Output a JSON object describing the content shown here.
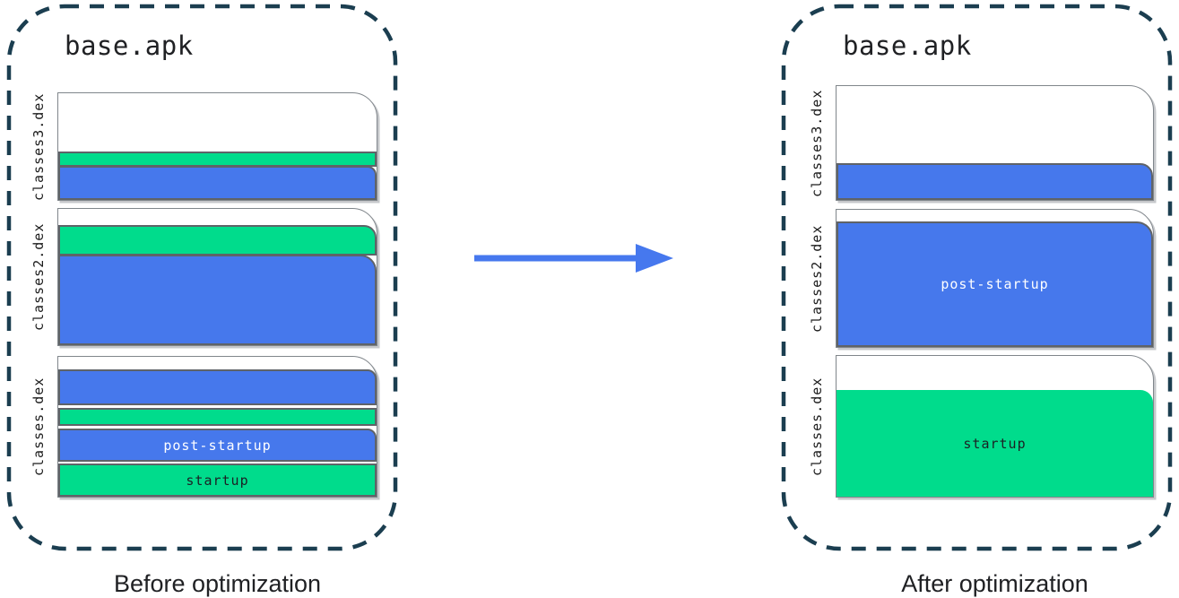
{
  "colors": {
    "dash_border": "#1b3e50",
    "arrow": "#4678ee",
    "blue": "#4678ec",
    "green": "#00dc8c",
    "post_startup_text": "#ffffff",
    "startup_text": "#1c2024"
  },
  "panels": {
    "before": {
      "title": "base.apk",
      "caption": "Before optimization",
      "files": {
        "classes3": {
          "label": "classes3.dex"
        },
        "classes2": {
          "label": "classes2.dex"
        },
        "classes1": {
          "label": "classes.dex"
        }
      },
      "bands": {
        "post_startup": "post-startup",
        "startup": "startup"
      }
    },
    "after": {
      "title": "base.apk",
      "caption": "After optimization",
      "files": {
        "classes3": {
          "label": "classes3.dex"
        },
        "classes2": {
          "label": "classes2.dex"
        },
        "classes1": {
          "label": "classes.dex"
        }
      },
      "bands": {
        "post_startup": "post-startup",
        "startup": "startup"
      }
    }
  }
}
